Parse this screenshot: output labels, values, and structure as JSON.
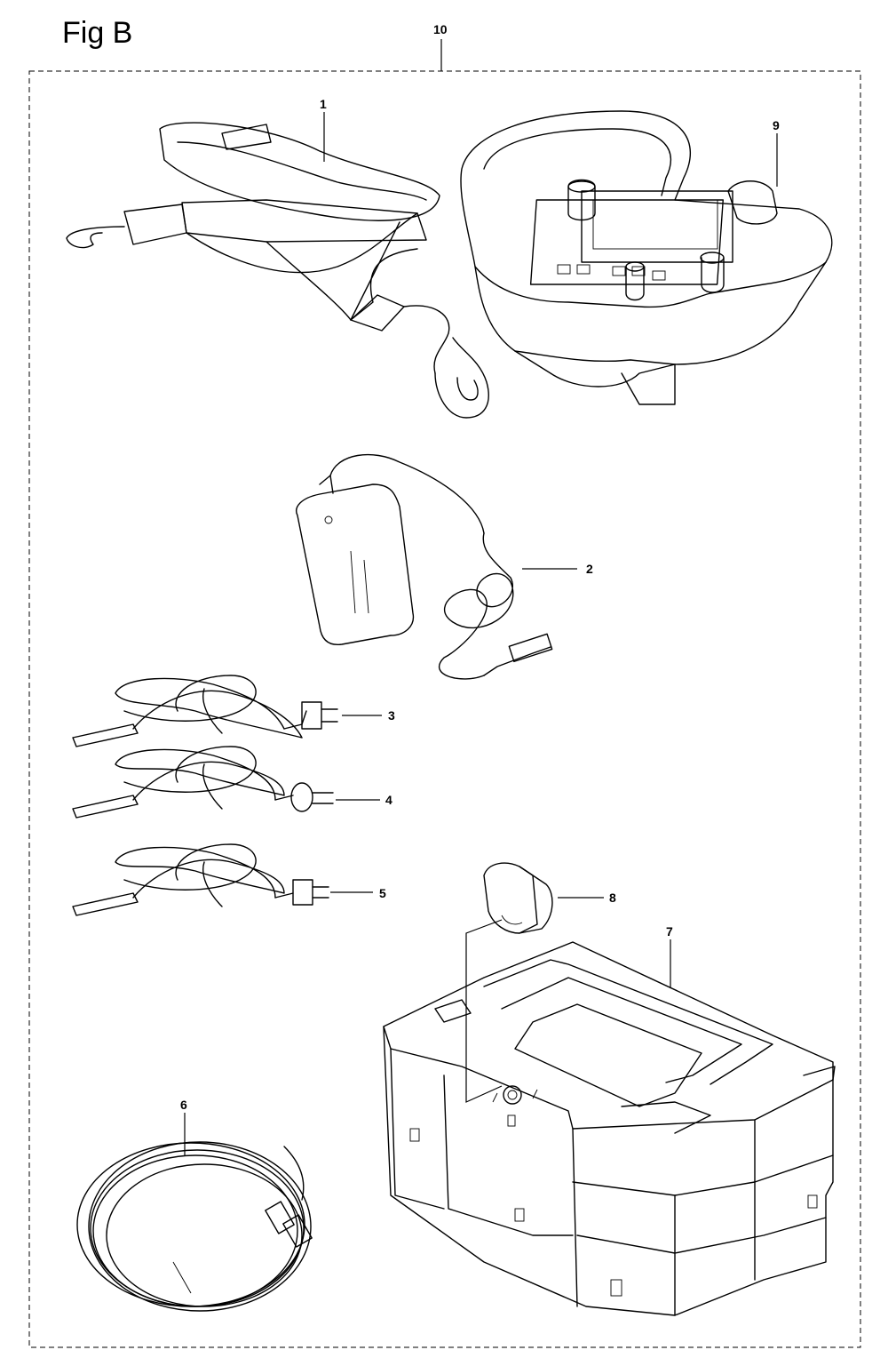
{
  "figure": {
    "title": "Fig B",
    "assembly_label": "10"
  },
  "parts": [
    {
      "callout": "1",
      "icon": "shoulder-strap"
    },
    {
      "callout": "2",
      "icon": "battery-charger"
    },
    {
      "callout": "3",
      "icon": "power-cord-us"
    },
    {
      "callout": "4",
      "icon": "power-cord-eu"
    },
    {
      "callout": "5",
      "icon": "power-cord-jp"
    },
    {
      "callout": "6",
      "icon": "extension-cable"
    },
    {
      "callout": "7",
      "icon": "storage-case"
    },
    {
      "callout": "8",
      "icon": "case-insert"
    },
    {
      "callout": "9",
      "icon": "remote-control"
    }
  ]
}
